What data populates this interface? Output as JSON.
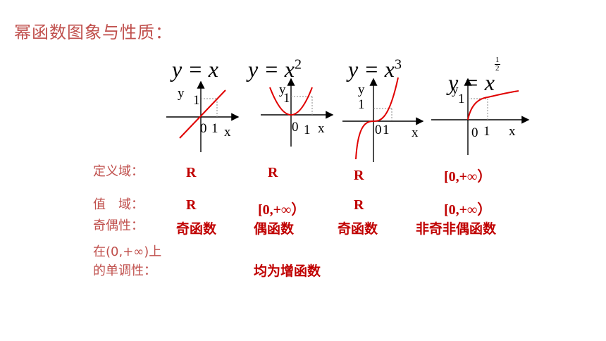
{
  "title": "幂函数图象与性质：",
  "functions": [
    {
      "base": "y = x",
      "exponent": ""
    },
    {
      "base": "y = x",
      "exponent": "2"
    },
    {
      "base": "y = x",
      "exponent": "3"
    },
    {
      "base": "y = x",
      "exponent_num": "1",
      "exponent_den": "2"
    }
  ],
  "axis_labels": {
    "x": "x",
    "y": "y",
    "one": "1",
    "zero": "0"
  },
  "rows": {
    "domain": {
      "label": "定义域：",
      "values": [
        "R",
        "R",
        "R",
        "[0,+∞）"
      ]
    },
    "range": {
      "label": "值　域：",
      "values": [
        "R",
        "[0,+∞）",
        "R",
        "[0,+∞）"
      ]
    },
    "parity": {
      "label": "奇偶性：",
      "values": [
        "奇函数",
        "偶函数",
        "奇函数",
        "非奇非偶函数"
      ]
    },
    "monotonic": {
      "label_line1": "在(0,+∞)上",
      "label_line2": "的单调性：",
      "value": "均为增函数"
    }
  },
  "colors": {
    "title": "#c0504d",
    "values": "#c00000",
    "curve": "#e00000"
  }
}
